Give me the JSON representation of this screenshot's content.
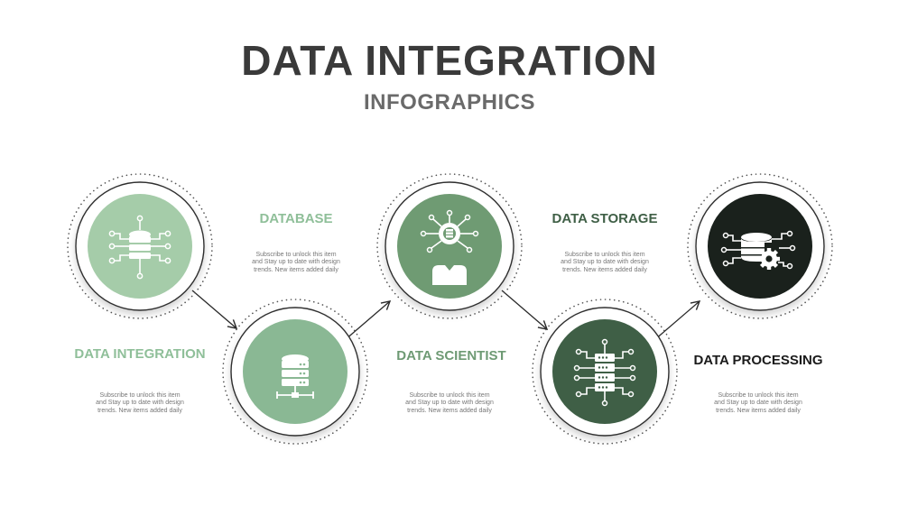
{
  "header": {
    "title": "DATA INTEGRATION",
    "subtitle": "INFOGRAPHICS"
  },
  "colors": {
    "light_green": "#a5cca9",
    "mid_green": "#8ab894",
    "sage_green": "#6f9b73",
    "dark_green": "#3f5f46",
    "black_green": "#1a211c",
    "label_light": "#8fbf99",
    "label_mid": "#6e9a74",
    "label_dark": "#3f5f46",
    "label_black": "#1b1b1b",
    "title_text": "#3a3a3a"
  },
  "steps": [
    {
      "label": "DATA INTEGRATION",
      "description": "Subscribe to unlock this item and Stay up to date with design trends. New items added daily",
      "icon": "database-network-icon"
    },
    {
      "label": "DATABASE",
      "description": "Subscribe to unlock this item and Stay up to date with design trends. New items added daily",
      "icon": "server-network-icon"
    },
    {
      "label": "DATA SCIENTIST",
      "description": "Subscribe to unlock this item and Stay up to date with design trends. New items added daily",
      "icon": "data-scientist-icon"
    },
    {
      "label": "DATA STORAGE",
      "description": "Subscribe to unlock this item and Stay up to date with design trends. New items added daily",
      "icon": "storage-server-network-icon"
    },
    {
      "label": "DATA PROCESSING",
      "description": "Subscribe to unlock this item and Stay up to date with design trends. New items added daily",
      "icon": "database-gear-icon"
    }
  ]
}
